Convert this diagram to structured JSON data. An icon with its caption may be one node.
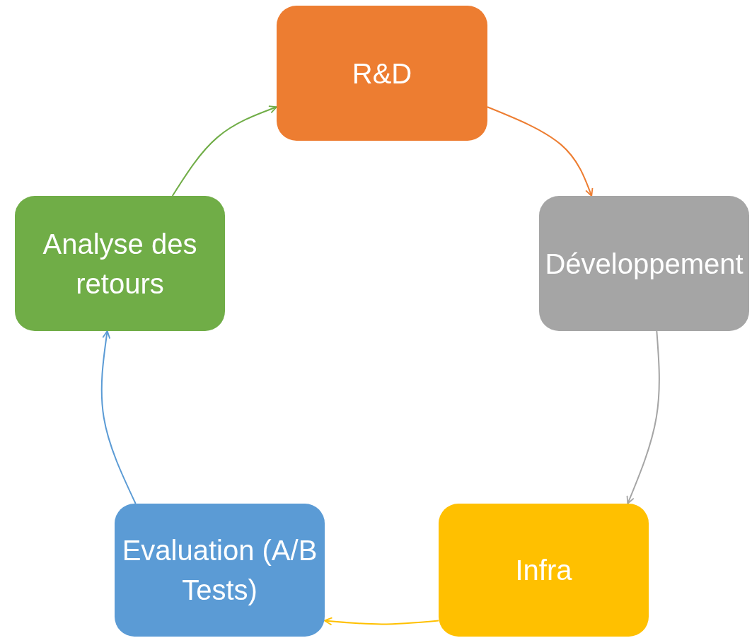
{
  "diagram": {
    "nodes": [
      {
        "text": [
          "R&D"
        ]
      },
      {
        "text": [
          "Développement"
        ]
      },
      {
        "text": [
          "Infra"
        ]
      },
      {
        "text": [
          "Evaluation (A/B Tests)"
        ]
      },
      {
        "text": [
          "Analyse des retours"
        ]
      }
    ],
    "edges": [
      {
        "from": 0,
        "to": 1,
        "arrow": "to",
        "color": "#ed7d31"
      },
      {
        "from": 1,
        "to": 2,
        "arrow": "to",
        "color": "#a5a5a5"
      },
      {
        "from": 2,
        "to": 3,
        "arrow": "to",
        "color": "#ffc000"
      },
      {
        "from": 3,
        "to": 4,
        "arrow": "to",
        "color": "#5b9bd5"
      },
      {
        "from": 4,
        "to": 0,
        "arrow": "to",
        "color": "#70ad47"
      }
    ]
  }
}
